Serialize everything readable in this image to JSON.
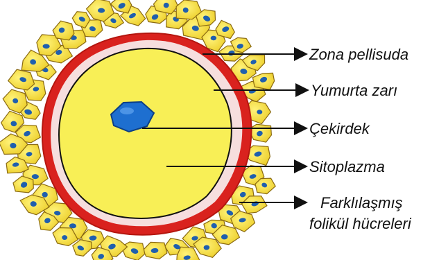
{
  "labels": {
    "zona_pellucida": "Zona pellisuda",
    "egg_membrane": "Yumurta zarı",
    "nucleus": "Çekirdek",
    "cytoplasm": "Sitoplazma",
    "follicle_cells_line1": "Farklılaşmış",
    "follicle_cells_line2": "folikül hücreleri"
  },
  "colors": {
    "follicle_cell_fill": "#f5de3a",
    "follicle_nucleus": "#1f5fae",
    "zona_pellucida": "#d9221e",
    "membrane_gap": "#f6dede",
    "cytoplasm": "#f8ef56",
    "nucleus": "#1e6fd0",
    "label_text": "#111111"
  }
}
